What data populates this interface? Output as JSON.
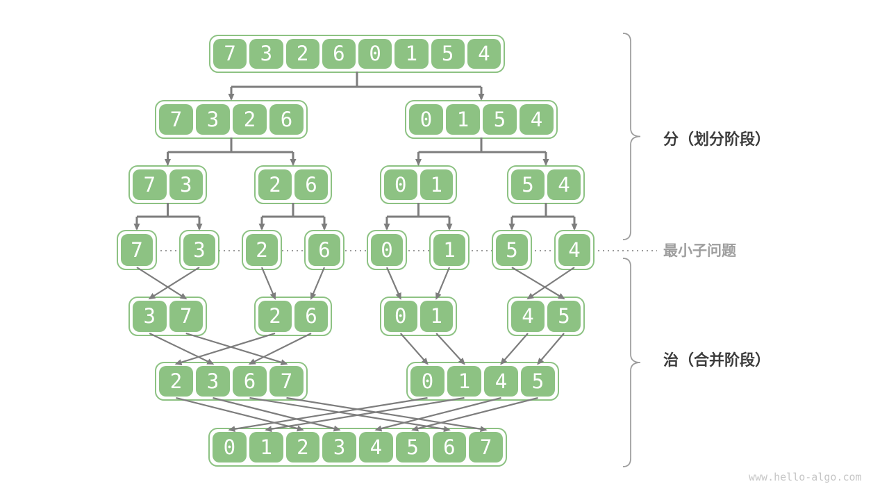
{
  "labels": {
    "divide_phase": "分（划分阶段）",
    "smallest_subproblem": "最小子问题",
    "merge_phase": "治（合并阶段）",
    "watermark": "www.hello-algo.com"
  },
  "colors": {
    "cell_green": "#8dc283",
    "arrow_gray": "#7d7d7d",
    "dotted_gray": "#9a9a9a",
    "brace_gray": "#9b9b9b",
    "label_dark": "#3d3d3d",
    "label_gray": "#9e9e9e",
    "watermark_gray": "#c6c6c6"
  },
  "rows": [
    {
      "boxes": [
        [
          7,
          3,
          2,
          6,
          0,
          1,
          5,
          4
        ]
      ]
    },
    {
      "boxes": [
        [
          7,
          3,
          2,
          6
        ],
        [
          0,
          1,
          5,
          4
        ]
      ]
    },
    {
      "boxes": [
        [
          7,
          3
        ],
        [
          2,
          6
        ],
        [
          0,
          1
        ],
        [
          5,
          4
        ]
      ]
    },
    {
      "boxes": [
        [
          7
        ],
        [
          3
        ],
        [
          2
        ],
        [
          6
        ],
        [
          0
        ],
        [
          1
        ],
        [
          5
        ],
        [
          4
        ]
      ]
    },
    {
      "boxes": [
        [
          3,
          7
        ],
        [
          2,
          6
        ],
        [
          0,
          1
        ],
        [
          4,
          5
        ]
      ]
    },
    {
      "boxes": [
        [
          2,
          3,
          6,
          7
        ],
        [
          0,
          1,
          4,
          5
        ]
      ]
    },
    {
      "boxes": [
        [
          0,
          1,
          2,
          3,
          4,
          5,
          6,
          7
        ]
      ]
    }
  ]
}
